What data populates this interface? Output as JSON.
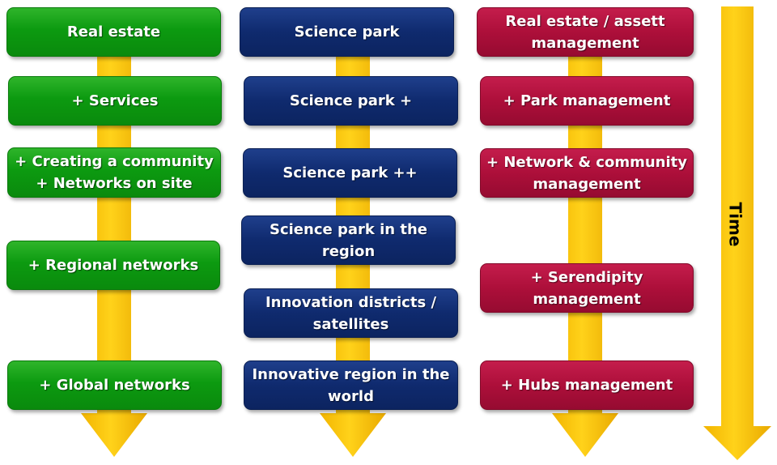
{
  "colors": {
    "arrow": "#ffc800",
    "green": "#0c9a10",
    "navy": "#0f2a6e",
    "crimson": "#ad0f3a"
  },
  "columns": [
    {
      "name": "real-estate",
      "color": "green",
      "boxes": [
        [
          "Real estate"
        ],
        [
          "+ Services"
        ],
        [
          "+ Creating a community",
          "+ Networks on site"
        ],
        [
          "+ Regional networks"
        ],
        [
          "+ Global networks"
        ]
      ]
    },
    {
      "name": "science-park",
      "color": "navy",
      "boxes": [
        [
          "Science park"
        ],
        [
          "Science park +"
        ],
        [
          "Science park ++"
        ],
        [
          "Science park in the",
          "region"
        ],
        [
          "Innovation districts /",
          "satellites"
        ],
        [
          "Innovative region in the",
          "world"
        ]
      ]
    },
    {
      "name": "management",
      "color": "crimson",
      "boxes": [
        [
          "Real estate / assett",
          "management"
        ],
        [
          "+ Park management"
        ],
        [
          "+ Network & community",
          "management"
        ],
        [
          "+ Serendipity",
          "management"
        ],
        [
          "+ Hubs management"
        ]
      ]
    }
  ],
  "time_label": "Time"
}
